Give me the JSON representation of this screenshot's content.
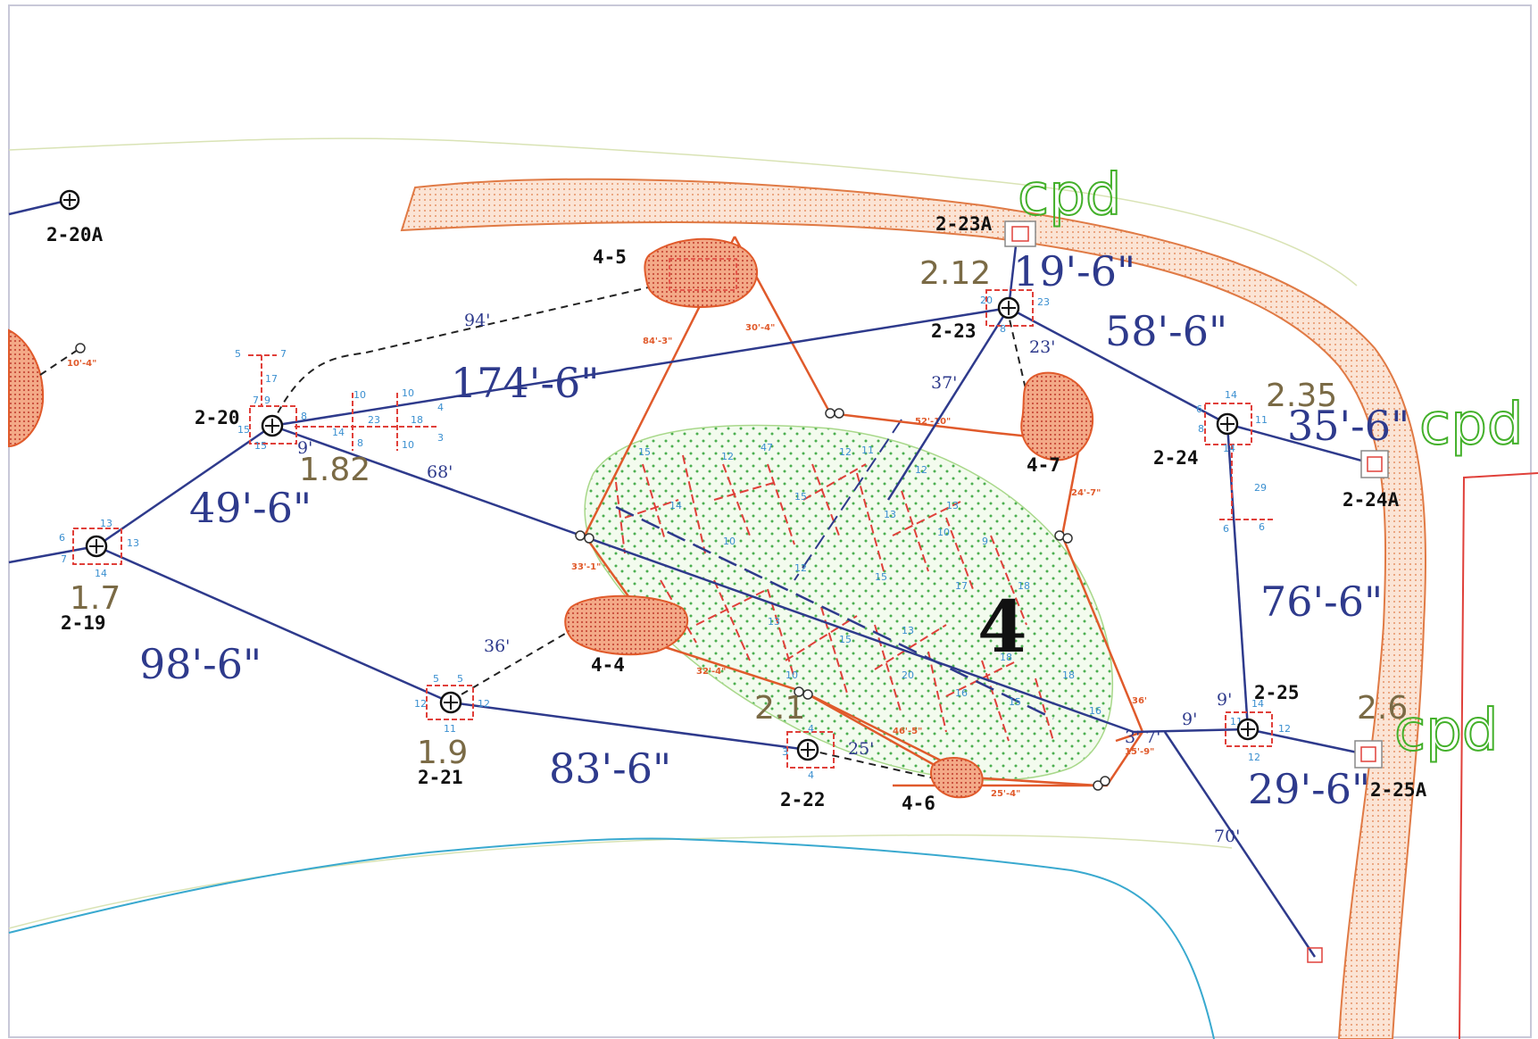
{
  "diagram": {
    "drainfield_label": "4",
    "manholes": [
      {
        "id": "2-20A",
        "label": "2-20A"
      },
      {
        "id": "2-20",
        "label": "2-20"
      },
      {
        "id": "2-19",
        "label": "2-19"
      },
      {
        "id": "2-21",
        "label": "2-21"
      },
      {
        "id": "2-22",
        "label": "2-22"
      },
      {
        "id": "2-23",
        "label": "2-23"
      },
      {
        "id": "2-23A",
        "label": "2-23A"
      },
      {
        "id": "2-24",
        "label": "2-24"
      },
      {
        "id": "2-24A",
        "label": "2-24A"
      },
      {
        "id": "2-25",
        "label": "2-25"
      },
      {
        "id": "2-25A",
        "label": "2-25A"
      }
    ],
    "rocks": [
      "4-5",
      "4-7",
      "4-4",
      "4-6"
    ],
    "pipe_lengths": [
      "174'-6\"",
      "49'-6\"",
      "98'-6\"",
      "83'-6\"",
      "19'-6\"",
      "58'-6\"",
      "35'-6\"",
      "76'-6\"",
      "29'-6\""
    ],
    "short_lengths": [
      "94'",
      "68'",
      "36'",
      "25'",
      "37'",
      "23'",
      "9'",
      "70'",
      "9'",
      "9'",
      "7'",
      "3'"
    ],
    "elevations": [
      "1.82",
      "1.7",
      "1.9",
      "2.1",
      "2.12",
      "2.35",
      "2.6"
    ],
    "cpd_labels": [
      "cpd",
      "cpd",
      "cpd"
    ],
    "colors": {
      "pipe": "#2e3a8c",
      "orange": "#e05a2b",
      "green": "#43b02a",
      "cyan": "#39a9cf",
      "path_fill": "#f7d9c6"
    }
  }
}
